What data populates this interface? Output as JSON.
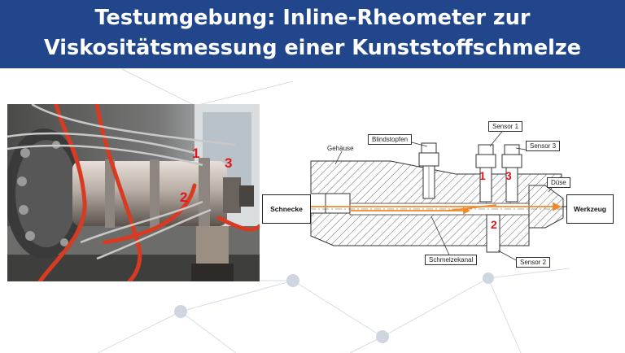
{
  "title": {
    "line1": "Testumgebung: Inline-Rheometer zur",
    "line2": "Viskositätsmessung einer Kunststoffschmelze"
  },
  "photo": {
    "labels": [
      "1",
      "2",
      "3"
    ]
  },
  "diagram": {
    "labels": {
      "gehaeuse": "Gehäuse",
      "blindstopfen": "Blindstopfen",
      "sensor1": "Sensor 1",
      "sensor3": "Sensor 3",
      "duese": "Düse",
      "schmelzekanal": "Schmelzekanal",
      "sensor2": "Sensor 2"
    },
    "endpoints": {
      "left": "Schnecke",
      "right": "Werkzeug"
    },
    "numbers": [
      "1",
      "2",
      "3"
    ]
  },
  "colors": {
    "header": "#21468c",
    "accent_red": "#e0161c",
    "flow_orange": "#f08a28"
  }
}
